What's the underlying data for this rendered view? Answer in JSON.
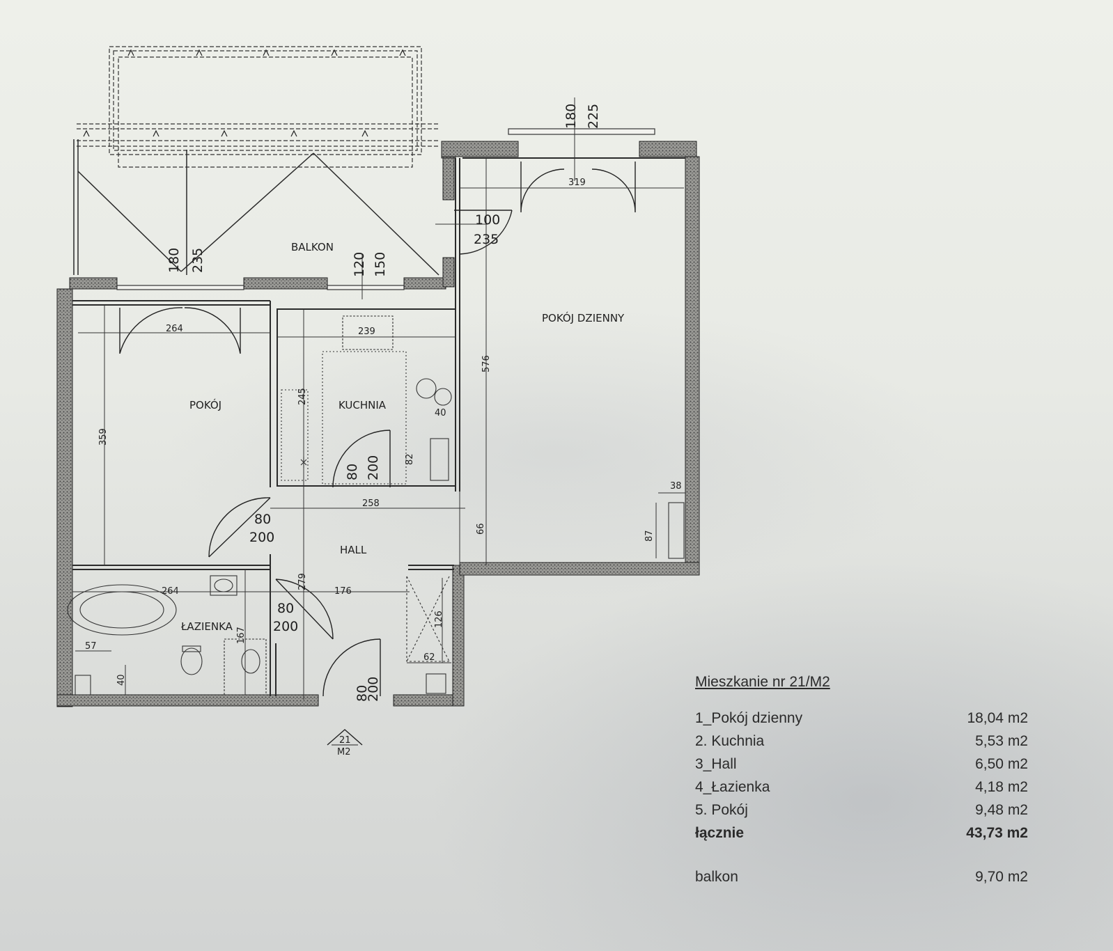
{
  "rooms": {
    "balkon": "BALKON",
    "pokoj_dzienny": "POKÓJ DZIENNY",
    "pokoj": "POKÓJ",
    "kuchnia": "KUCHNIA",
    "hall": "HALL",
    "lazienka": "ŁAZIENKA"
  },
  "dimensions": {
    "d180_top": "180",
    "d225_top": "225",
    "d319": "319",
    "d100": "100",
    "d235_a": "235",
    "d180_b": "180",
    "d235_b": "235",
    "d120": "120",
    "d150": "150",
    "d264_a": "264",
    "d239": "239",
    "d576": "576",
    "d245": "245",
    "d359": "359",
    "d40_a": "40",
    "d82": "82",
    "d80_k": "80",
    "d200_k": "200",
    "d38": "38",
    "d87": "87",
    "d258": "258",
    "d66": "66",
    "d80_h": "80",
    "d200_h": "200",
    "d264_b": "264",
    "d279": "279",
    "d176": "176",
    "d80_l": "80",
    "d200_l": "200",
    "d126": "126",
    "d167": "167",
    "d57": "57",
    "d40_b": "40",
    "d62": "62",
    "d80_e": "80",
    "d200_e": "200"
  },
  "marker": {
    "top": "21",
    "bottom": "M2"
  },
  "summary": {
    "title": "Mieszkanie nr 21/M2",
    "rows": [
      {
        "name": "1_Pokój dzienny",
        "area": "18,04 m2"
      },
      {
        "name": "2. Kuchnia",
        "area": "5,53 m2"
      },
      {
        "name": "3_Hall",
        "area": "6,50 m2"
      },
      {
        "name": "4_Łazienka",
        "area": "4,18 m2"
      },
      {
        "name": "5. Pokój",
        "area": "9,48 m2"
      }
    ],
    "total": {
      "name": "łącznie",
      "area": "43,73 m2"
    },
    "balcony": {
      "name": "balkon",
      "area": "9,70 m2"
    }
  }
}
